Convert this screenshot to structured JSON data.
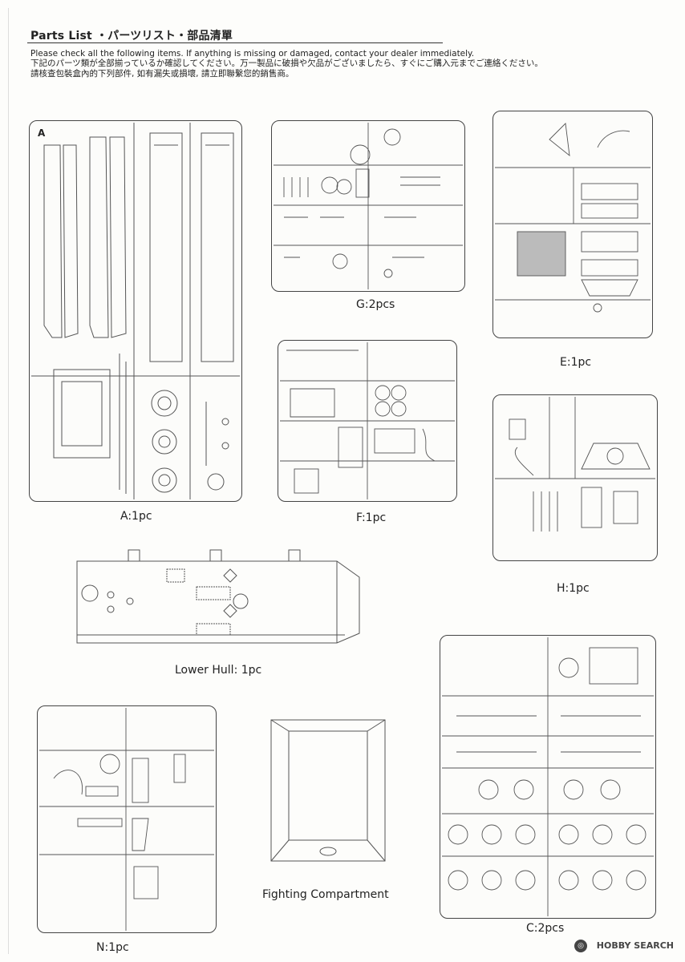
{
  "header": {
    "title": "Parts List ・パーツリスト・部品清單",
    "line_en": "Please check all the following items. If anything is missing or damaged, contact your dealer immediately.",
    "line_ja": "下記のパーツ類が全部揃っているか確認してください。万一製品に破損や欠品がございましたら、すぐにご購入元までご連絡ください。",
    "line_zh": "請核查包裝盒內的下列部件, 如有漏失或損壞, 請立即聯繫您的銷售商。"
  },
  "sprues": [
    {
      "id": "A",
      "label": "A:1pc"
    },
    {
      "id": "G",
      "label": "G:2pcs"
    },
    {
      "id": "E",
      "label": "E:1pc"
    },
    {
      "id": "F",
      "label": "F:1pc"
    },
    {
      "id": "H",
      "label": "H:1pc"
    },
    {
      "id": "LH",
      "label": "Lower Hull: 1pc"
    },
    {
      "id": "N",
      "label": "N:1pc"
    },
    {
      "id": "FC",
      "label": "Fighting Compartment"
    },
    {
      "id": "C",
      "label": "C:2pcs"
    }
  ],
  "sprue_letter_a": "A",
  "watermark": "HOBBY SEARCH",
  "icons": [
    "sprue-drawing",
    "hobby-search-logo-icon"
  ]
}
